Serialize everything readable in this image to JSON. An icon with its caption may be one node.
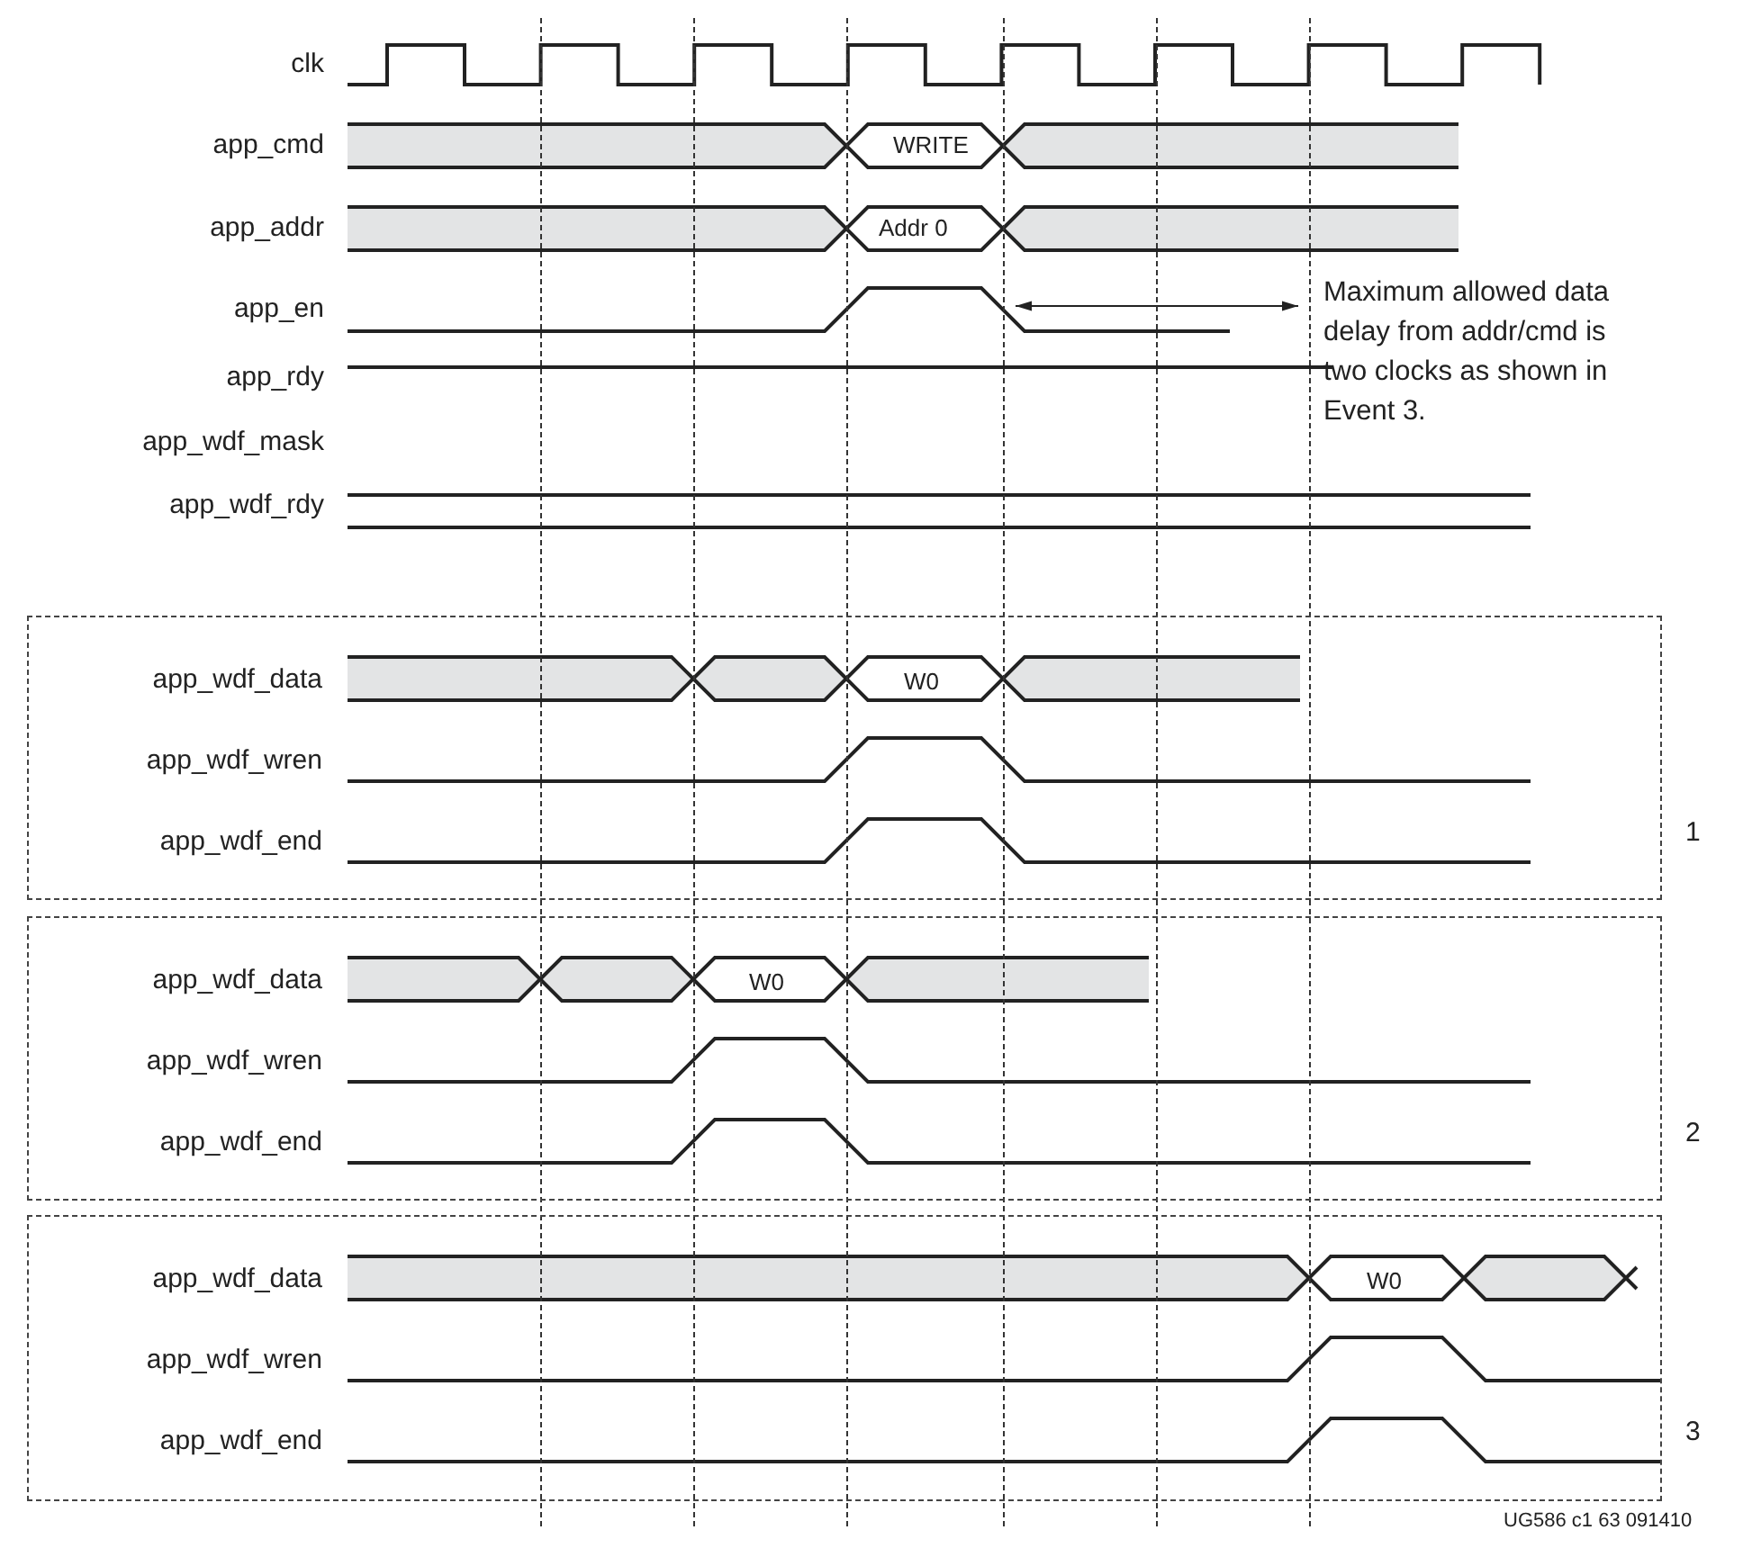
{
  "diagram": {
    "nodes": [
      {
        "text": [
          "app_wdf_data",
          "W0",
          "app_wdf_wren",
          "app_wdf_end"
        ],
        "beside": [
          "1"
        ]
      },
      {
        "text": [
          "app_wdf_data",
          "W0",
          "app_wdf_wren",
          "app_wdf_end"
        ],
        "beside": [
          "2"
        ]
      },
      {
        "text": [
          "app_wdf_data",
          "W0",
          "app_wdf_wren",
          "app_wdf_end"
        ],
        "beside": [
          "3"
        ]
      }
    ],
    "edges": [],
    "labels": [
      "clk",
      "app_cmd",
      "WRITE",
      "app_addr",
      "Addr 0",
      "app_en",
      "Maximum allowed data delay from addr/cmd is two clocks as shown in Event 3.",
      "app_rdy",
      "app_wdf_mask",
      "app_wdf_rdy",
      "UG586 c1 63 091410"
    ]
  }
}
